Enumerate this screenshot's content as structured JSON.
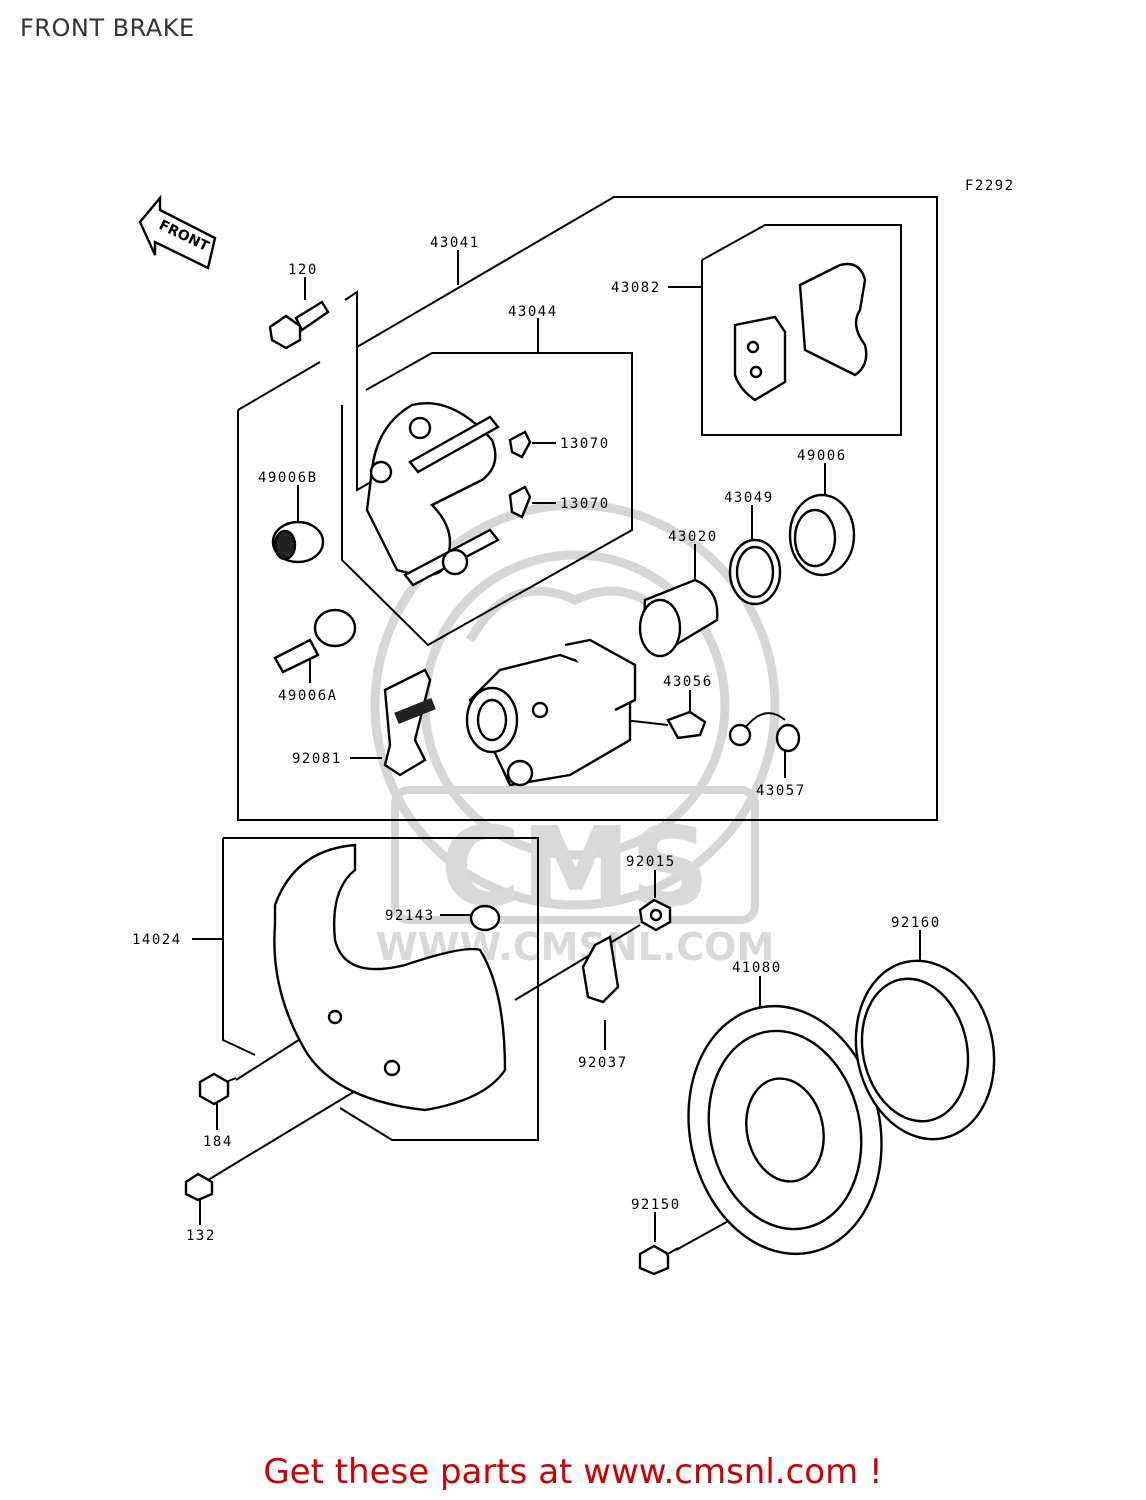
{
  "title": "FRONT BRAKE",
  "code": "F2292",
  "front_label": "FRONT",
  "watermark": {
    "logo": "CMS",
    "url": "WWW.CMSNL.COM"
  },
  "footer": "Get these parts at www.cmsnl.com !",
  "labels": {
    "p43041": "43041",
    "p120": "120",
    "p43044": "43044",
    "p43082": "43082",
    "p13070a": "13070",
    "p13070b": "13070",
    "p49006B": "49006B",
    "p49006": "49006",
    "p43049": "43049",
    "p43020": "43020",
    "p43056": "43056",
    "p49006A": "49006A",
    "p92081": "92081",
    "p43057": "43057",
    "p92015": "92015",
    "p14024": "14024",
    "p92143": "92143",
    "p92160": "92160",
    "p41080": "41080",
    "p92037": "92037",
    "p184": "184",
    "p132": "132",
    "p92150": "92150"
  },
  "colors": {
    "footer": "#cc0000",
    "title": "#333333",
    "watermark": "#d6d6d6"
  }
}
